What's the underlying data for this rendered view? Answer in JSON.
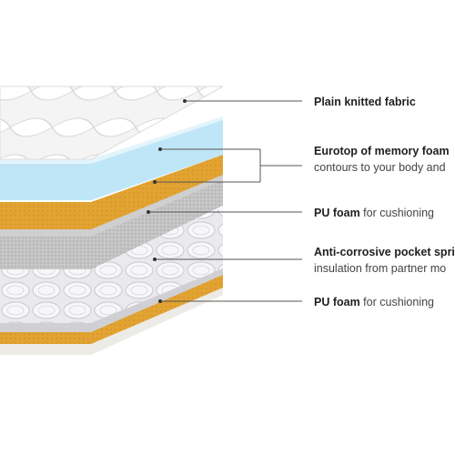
{
  "colors": {
    "fabric": "#f2f2f2",
    "memory_foam": "#bfe6f7",
    "pu_foam": "#e4a637",
    "grey_layer": "#bdbdbd",
    "springs": "#e6e6ea",
    "leader_line": "#555555"
  },
  "layers": [
    {
      "id": "fabric",
      "bold": "Plain knitted fabric",
      "rest": "",
      "line2": ""
    },
    {
      "id": "memory",
      "bold": "Eurotop of memory foam",
      "rest": "",
      "line2": "contours to your body and"
    },
    {
      "id": "pu_top",
      "bold": "PU foam",
      "rest": " for cushioning",
      "line2": ""
    },
    {
      "id": "springs",
      "bold": "Anti-corrosive pocket spri",
      "rest": "",
      "line2": "insulation from partner mo"
    },
    {
      "id": "pu_bottom",
      "bold": "PU foam",
      "rest": " for cushioning",
      "line2": ""
    }
  ]
}
